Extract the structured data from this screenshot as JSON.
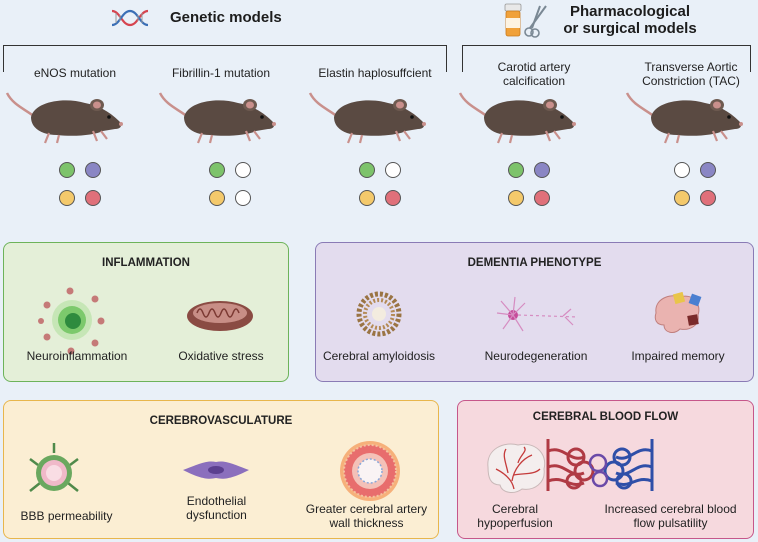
{
  "header": {
    "genetic": {
      "title": "Genetic models",
      "icon": "dna-icon"
    },
    "pharma": {
      "title_line1": "Pharmacological",
      "title_line2": "or surgical models",
      "icons": [
        "pill-bottle-icon",
        "surgical-scissors-icon"
      ]
    }
  },
  "models": [
    {
      "label_line1": "eNOS mutation",
      "label_line2": "",
      "dots": [
        "green",
        "purple",
        "yellow",
        "red"
      ]
    },
    {
      "label_line1": "Fibrillin-1 mutation",
      "label_line2": "",
      "dots": [
        "green",
        "empty",
        "yellow",
        "empty"
      ]
    },
    {
      "label_line1": "Elastin haplosuffcient",
      "label_line2": "",
      "dots": [
        "green",
        "empty",
        "yellow",
        "red"
      ]
    },
    {
      "label_line1": "Carotid artery",
      "label_line2": "calcification",
      "dots": [
        "green",
        "purple",
        "yellow",
        "red"
      ]
    },
    {
      "label_line1": "Transverse Aortic",
      "label_line2": "Constriction (TAC)",
      "dots": [
        "empty",
        "purple",
        "yellow",
        "red"
      ]
    }
  ],
  "colors": {
    "green": "#7dc36b",
    "purple": "#8a86c4",
    "yellow": "#f4c96b",
    "red": "#e0707a",
    "empty": "#ffffff",
    "inflammation_bg": "#e4efd8",
    "inflammation_border": "#6db35a",
    "dementia_bg": "#e3dcee",
    "dementia_border": "#8a7bb5",
    "cerebro_bg": "#fbeed3",
    "cerebro_border": "#e8b64c",
    "cbf_bg": "#f6d9de",
    "cbf_border": "#c6578a"
  },
  "panels": {
    "inflammation": {
      "title": "INFLAMMATION",
      "items": [
        {
          "label": "Neuroinflammation",
          "icon": "immune-cell-icon"
        },
        {
          "label": "Oxidative stress",
          "icon": "mitochondrion-icon"
        }
      ]
    },
    "dementia": {
      "title": "DEMENTIA PHENOTYPE",
      "items": [
        {
          "label": "Cerebral amyloidosis",
          "icon": "amyloid-plaque-icon"
        },
        {
          "label": "Neurodegeneration",
          "icon": "neuron-icon"
        },
        {
          "label": "Impaired memory",
          "icon": "brain-puzzle-icon"
        }
      ]
    },
    "cerebro": {
      "title": "CEREBROVASCULATURE",
      "items": [
        {
          "label_line1": "BBB permeability",
          "label_line2": "",
          "icon": "blood-brain-barrier-icon"
        },
        {
          "label_line1": "Endothelial",
          "label_line2": "dysfunction",
          "icon": "endothelial-cell-icon"
        },
        {
          "label_line1": "Greater cerebral artery",
          "label_line2": "wall thickness",
          "icon": "artery-cross-section-icon"
        }
      ]
    },
    "cbf": {
      "title": "CEREBRAL BLOOD FLOW",
      "items": [
        {
          "label_line1": "Cerebral",
          "label_line2": "hypoperfusion",
          "icon": "brain-vessels-icon"
        },
        {
          "label_line1": "Increased cerebral blood",
          "label_line2": "flow pulsatility",
          "icon": "vascular-network-icon"
        }
      ]
    }
  }
}
